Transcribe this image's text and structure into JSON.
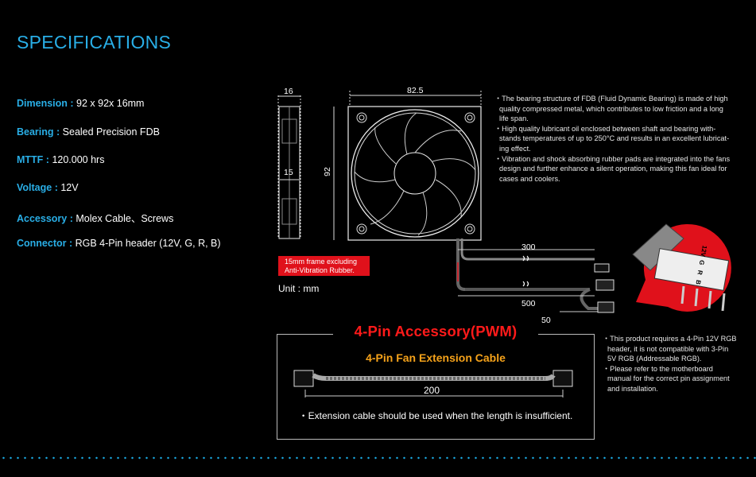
{
  "title": "SPECIFICATIONS",
  "specs": [
    {
      "label": "Dimension : ",
      "value": "92 x 92x 16mm"
    },
    {
      "label": "Bearing : ",
      "value": "Sealed Precision FDB"
    },
    {
      "label": "MTTF : ",
      "value": "120.000 hrs"
    },
    {
      "label": "Voltage : ",
      "value": "12V"
    },
    {
      "label": "Accessory : ",
      "value": "Molex Cable、Screws"
    },
    {
      "label": "Connector : ",
      "value": "RGB 4-Pin header (12V, G, R, B)"
    }
  ],
  "drawing": {
    "dim_16": "16",
    "dim_15": "15",
    "dim_825": "82.5",
    "dim_92": "92",
    "dim_300": "300",
    "dim_500": "500",
    "dim_50": "50",
    "frame_note_1": "15mm frame excluding",
    "frame_note_2": "Anti-Vibration Rubber.",
    "unit": "Unit : mm"
  },
  "bearing_notes": [
    "・The bearing structure of FDB (Fluid Dynamic Bearing) is made of high",
    "quality compressed metal, which contributes to low friction and a long",
    "life span.",
    "・High quality lubricant oil enclosed between shaft and bearing with-",
    "stands temperatures of up to 250°C and results in an excellent lubricat-",
    "ing effect.",
    "・Vibration and shock absorbing rubber pads are integrated into the fans",
    "design and further enhance a silent operation, making this fan ideal for",
    "cases and coolers."
  ],
  "connector_pins": [
    "12V",
    "G",
    "R",
    "B"
  ],
  "accessory": {
    "title": "4-Pin Accessory(PWM)",
    "cable_title": "4-Pin Fan Extension Cable",
    "cable_length": "200",
    "note": "・Extension cable should be used when the length is insufficient."
  },
  "rgb_notes": [
    "・This product requires a 4-Pin 12V RGB",
    "header, it is not compatible with 3-Pin",
    "5V RGB (Addressable RGB).",
    "・Please refer to the motherboard",
    "manual for the correct pin assignment",
    "and installation."
  ],
  "colors": {
    "accent_blue": "#29aee6",
    "accent_red": "#e0111b",
    "accent_orange": "#f5a21a"
  }
}
